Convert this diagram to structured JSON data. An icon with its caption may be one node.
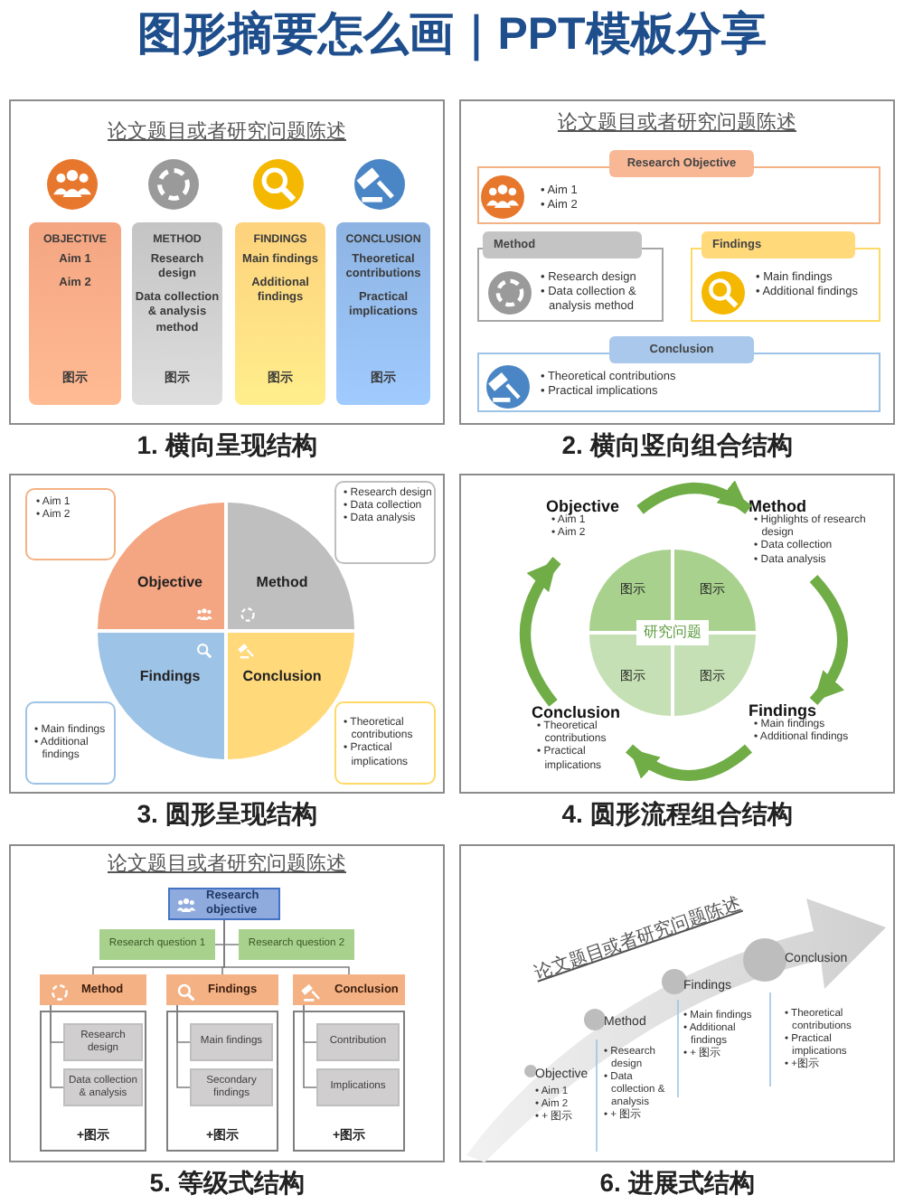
{
  "diagram": {
    "title": "图形摘要怎么画｜PPT模板分享",
    "nodes": [
      {
        "text": [
          "论文题目或者研究问题陈述",
          "1. 横向呈现结构"
        ]
      },
      {
        "text": [
          "OBJECTIVE",
          "Aim 1",
          "Aim 2",
          "图示"
        ],
        "in": 0
      },
      {
        "text": [
          "METHOD",
          "Research design",
          "Data collection & analysis method",
          "图示"
        ],
        "in": 0
      },
      {
        "text": [
          "FINDINGS",
          "Main findings",
          "Additional findings",
          "图示"
        ],
        "in": 0
      },
      {
        "text": [
          "CONCLUSION",
          "Theoretical contributions",
          "Practical implications",
          "图示"
        ],
        "in": 0
      },
      {
        "text": [
          "论文题目或者研究问题陈述",
          "2. 横向竖向组合结构"
        ]
      },
      {
        "text": [
          "Research Objective",
          "• Aim 1",
          "• Aim 2"
        ],
        "in": 5
      },
      {
        "text": [
          "Method",
          "• Research design",
          "• Data collection & analysis method"
        ],
        "in": 5
      },
      {
        "text": [
          "Findings",
          "• Main findings",
          "• Additional findings"
        ],
        "in": 5
      },
      {
        "text": [
          "Conclusion",
          "• Theoretical contributions",
          "• Practical implications"
        ],
        "in": 5
      },
      {
        "text": [
          "3. 圆形呈现结构"
        ]
      },
      {
        "text": [
          "• Aim 1",
          "• Aim 2"
        ],
        "in": 10
      },
      {
        "text": [
          "• Research design",
          "• Data collection",
          "• Data analysis"
        ],
        "in": 10
      },
      {
        "text": [
          "Objective"
        ],
        "in": 10
      },
      {
        "text": [
          "Method"
        ],
        "in": 10
      },
      {
        "text": [
          "Findings"
        ],
        "in": 10
      },
      {
        "text": [
          "Conclusion"
        ],
        "in": 10
      },
      {
        "text": [
          "• Main findings",
          "• Additional findings"
        ],
        "in": 10
      },
      {
        "text": [
          "• Theoretical contributions",
          "• Practical implications"
        ],
        "in": 10
      },
      {
        "text": [
          "4. 圆形流程组合结构"
        ]
      },
      {
        "text": [
          "Objective",
          "• Aim 1",
          "• Aim 2"
        ],
        "in": 19
      },
      {
        "text": [
          "Method",
          "• Highlights of research design",
          "• Data collection",
          "• Data analysis"
        ],
        "in": 19
      },
      {
        "text": [
          "图示"
        ],
        "in": 19
      },
      {
        "text": [
          "图示"
        ],
        "in": 19
      },
      {
        "text": [
          "研究问题"
        ],
        "in": 19
      },
      {
        "text": [
          "图示"
        ],
        "in": 19
      },
      {
        "text": [
          "图示"
        ],
        "in": 19
      },
      {
        "text": [
          "Conclusion",
          "• Theoretical contributions",
          "• Practical implications"
        ],
        "in": 19
      },
      {
        "text": [
          "Findings",
          "• Main findings",
          "• Additional findings"
        ],
        "in": 19
      },
      {
        "text": [
          "论文题目或者研究问题陈述",
          "5. 等级式结构"
        ]
      },
      {
        "text": [
          "Research objective"
        ],
        "in": 29
      },
      {
        "text": [
          "Research question 1"
        ],
        "in": 29
      },
      {
        "text": [
          "Research question 2"
        ],
        "in": 29
      },
      {
        "text": [
          "Method"
        ],
        "in": 29
      },
      {
        "text": [
          "Findings"
        ],
        "in": 29
      },
      {
        "text": [
          "Conclusion"
        ],
        "in": 29
      },
      {
        "text": [
          "+图示"
        ],
        "in": 29
      },
      {
        "text": [
          "Research design"
        ],
        "in": 36
      },
      {
        "text": [
          "Data collection & analysis"
        ],
        "in": 36
      },
      {
        "text": [
          "+图示"
        ],
        "in": 29
      },
      {
        "text": [
          "Main findings"
        ],
        "in": 39
      },
      {
        "text": [
          "Secondary findings"
        ],
        "in": 39
      },
      {
        "text": [
          "+图示"
        ],
        "in": 29
      },
      {
        "text": [
          "Contribution"
        ],
        "in": 42
      },
      {
        "text": [
          "Implications"
        ],
        "in": 42
      },
      {
        "text": [
          "论文题目或者研究问题陈述",
          "6. 进展式结构"
        ]
      },
      {
        "text": [
          "Objective",
          "• Aim 1",
          "• Aim 2",
          "• + 图示"
        ],
        "in": 45
      },
      {
        "text": [
          "Method",
          "• Research design",
          "• Data collection & analysis",
          "• + 图示"
        ],
        "in": 45
      },
      {
        "text": [
          "Findings",
          "• Main findings",
          "• Additional findings",
          "• + 图示"
        ],
        "in": 45
      },
      {
        "text": [
          "Conclusion",
          "• Theoretical contributions",
          "• Practical implications",
          "• +图示"
        ],
        "in": 45
      }
    ],
    "edges": [
      {
        "from": 20,
        "to": 21,
        "arrow": "to",
        "style": "thick",
        "color": "#70ad47"
      },
      {
        "from": 21,
        "to": 28,
        "arrow": "to",
        "style": "thick",
        "color": "#70ad47"
      },
      {
        "from": 28,
        "to": 27,
        "arrow": "to",
        "style": "thick",
        "color": "#70ad47"
      },
      {
        "from": 27,
        "to": 20,
        "arrow": "to",
        "style": "thick",
        "color": "#70ad47"
      },
      {
        "from": 30,
        "to": 31,
        "arrow": "none"
      },
      {
        "from": 30,
        "to": 32,
        "arrow": "none"
      },
      {
        "from": 30,
        "to": 33,
        "arrow": "none"
      },
      {
        "from": 30,
        "to": 34,
        "arrow": "none"
      },
      {
        "from": 30,
        "to": 35,
        "arrow": "none"
      },
      {
        "from": 33,
        "to": 37,
        "arrow": "none"
      },
      {
        "from": 33,
        "to": 38,
        "arrow": "none"
      },
      {
        "from": 34,
        "to": 40,
        "arrow": "none"
      },
      {
        "from": 34,
        "to": 41,
        "arrow": "none"
      },
      {
        "from": 35,
        "to": 43,
        "arrow": "none"
      },
      {
        "from": 35,
        "to": 44,
        "arrow": "none"
      }
    ]
  }
}
